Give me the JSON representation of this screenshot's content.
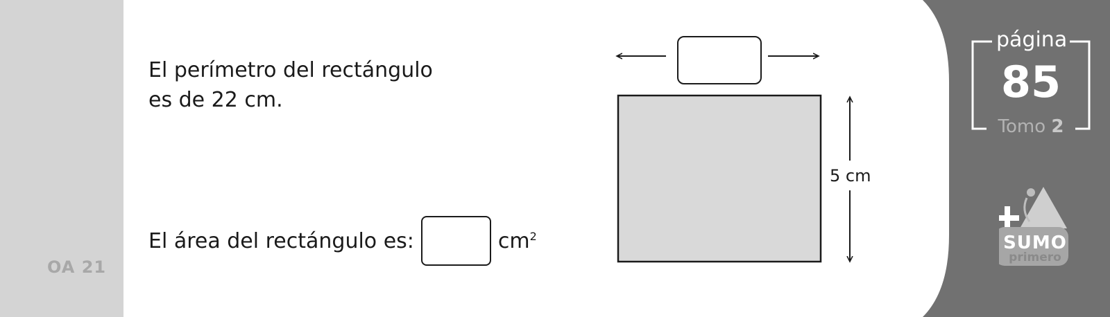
{
  "objective": {
    "code": "OA 21"
  },
  "problem": {
    "statement_lines": [
      "El perímetro del rectángulo",
      "es de 22 cm."
    ],
    "area_prompt": "El área del rectángulo es:",
    "area_unit": "cm",
    "area_unit_exponent": "2"
  },
  "figure": {
    "height_label": "5 cm"
  },
  "page_badge": {
    "page_word": "página",
    "page_number": "85",
    "volume_word": "Tomo",
    "volume_number": "2"
  },
  "logo": {
    "line1": "SUMO",
    "line2": "primero"
  },
  "colors": {
    "left_strip": "#d4d4d4",
    "right_panel": "#717171",
    "rectangle_fill": "#d9d9d9"
  }
}
